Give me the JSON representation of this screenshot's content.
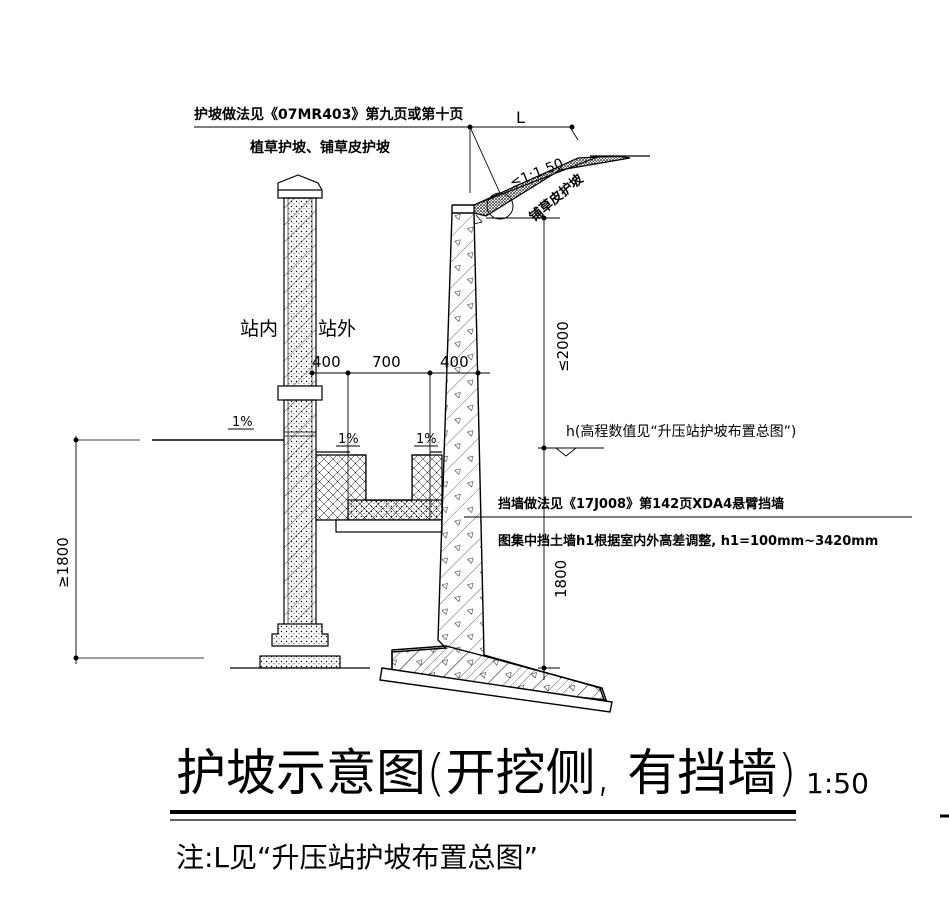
{
  "drawing": {
    "title": "护坡示意图(开挖侧, 有挡墙)",
    "scale": "1:50",
    "note": "注:L见“升压站护坡布置总图”"
  },
  "annotations": {
    "slope_method": "护坡做法见《07MR403》第九页或第十页",
    "slope_types": "植草护坡、铺草皮护坡",
    "slope_length": "L",
    "slope_ratio": "≤1:1.50",
    "turf_slope": "铺草皮护坡",
    "inside_station": "站内",
    "outside_station": "站外",
    "elevation_note": "h(高程数值见“升压站护坡布置总图”)",
    "retaining_wall_method": "挡墙做法见《17J008》第142页XDA4悬臂挡墙",
    "retaining_wall_note": "图集中挡土墙h1根据室内外高差调整, h1=100mm~3420mm"
  },
  "dimensions": {
    "width_400_left": "400",
    "width_700": "700",
    "width_400_right": "400",
    "height_2000": "≤2000",
    "height_1800": "1800",
    "height_min_1800": "≥1800",
    "grade_ground": "1%",
    "grade_ditch_left": "1%",
    "grade_ditch_right": "1%"
  },
  "colors": {
    "line": "#000000",
    "background": "#ffffff"
  }
}
